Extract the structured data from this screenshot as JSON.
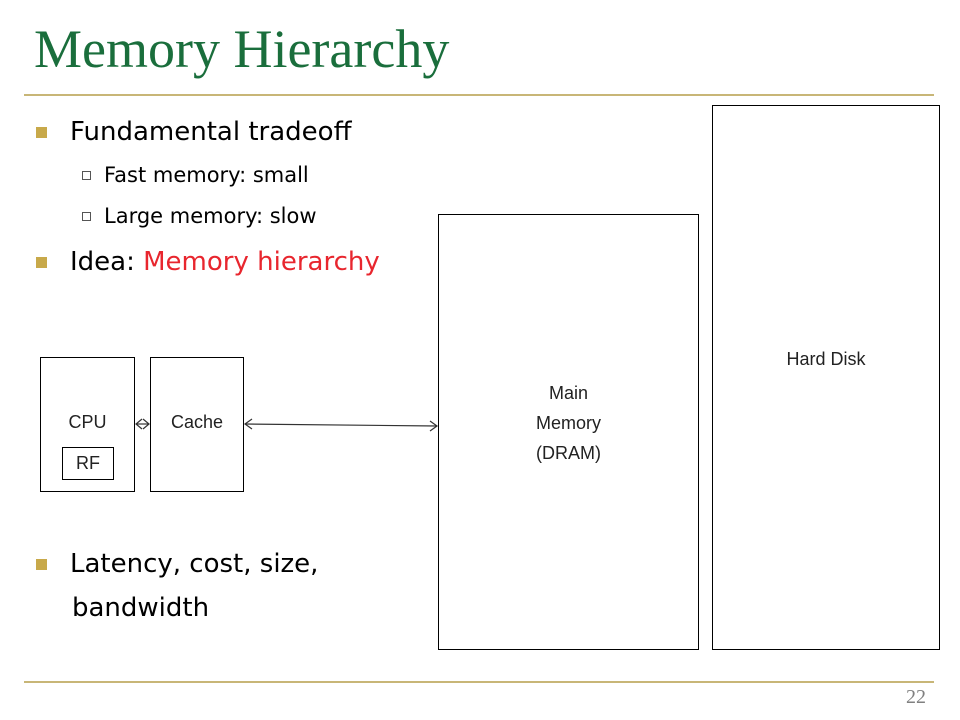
{
  "slide": {
    "title": "Memory Hierarchy",
    "page_number": "22",
    "bullets": {
      "tradeoff": "Fundamental tradeoff",
      "fast": "Fast memory: small",
      "large": "Large memory: slow",
      "idea_prefix": "Idea: ",
      "idea_highlight": "Memory hierarchy",
      "latency_line1": "Latency, cost, size,",
      "latency_line2": "bandwidth"
    },
    "colors": {
      "title": "#1a6e3c",
      "rule": "#c8b677",
      "bullet_marker": "#c8a94a",
      "highlight": "#e8262e"
    }
  },
  "diagram": {
    "cpu": "CPU",
    "rf": "RF",
    "cache": "Cache",
    "main_memory": [
      "Main",
      "Memory",
      "(DRAM)"
    ],
    "hard_disk": "Hard Disk"
  }
}
